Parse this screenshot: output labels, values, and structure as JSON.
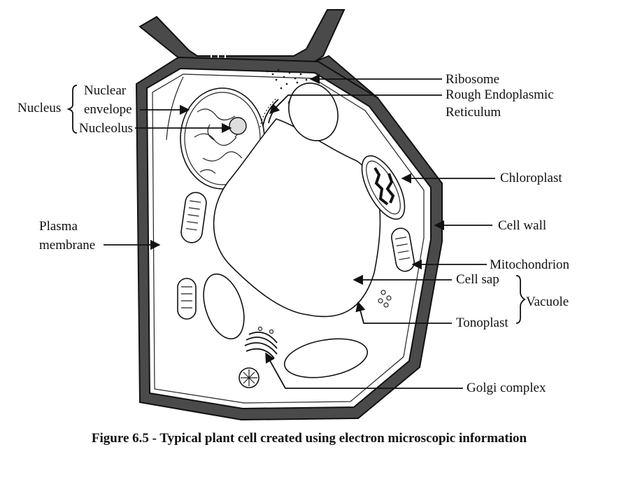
{
  "labels": {
    "ribosome": "Ribosome",
    "rough_er_line1": "Rough Endoplasmic",
    "rough_er_line2": "Reticulum",
    "nucleus": "Nucleus",
    "nuclear_line1": "Nuclear",
    "nuclear_line2": "envelope",
    "nucleolus": "Nucleolus",
    "chloroplast": "Chloroplast",
    "cell_wall": "Cell wall",
    "plasma_line1": "Plasma",
    "plasma_line2": "membrane",
    "mitochondrion": "Mitochondrion",
    "cell_sap": "Cell sap",
    "vacuole": "Vacuole",
    "tonoplast": "Tonoplast",
    "golgi": "Golgi complex"
  },
  "caption": "Figure 6.5 - Typical plant cell created using electron microscopic information",
  "colors": {
    "ink": "#111111",
    "wall": "#4a4a4a",
    "background": "#ffffff"
  }
}
